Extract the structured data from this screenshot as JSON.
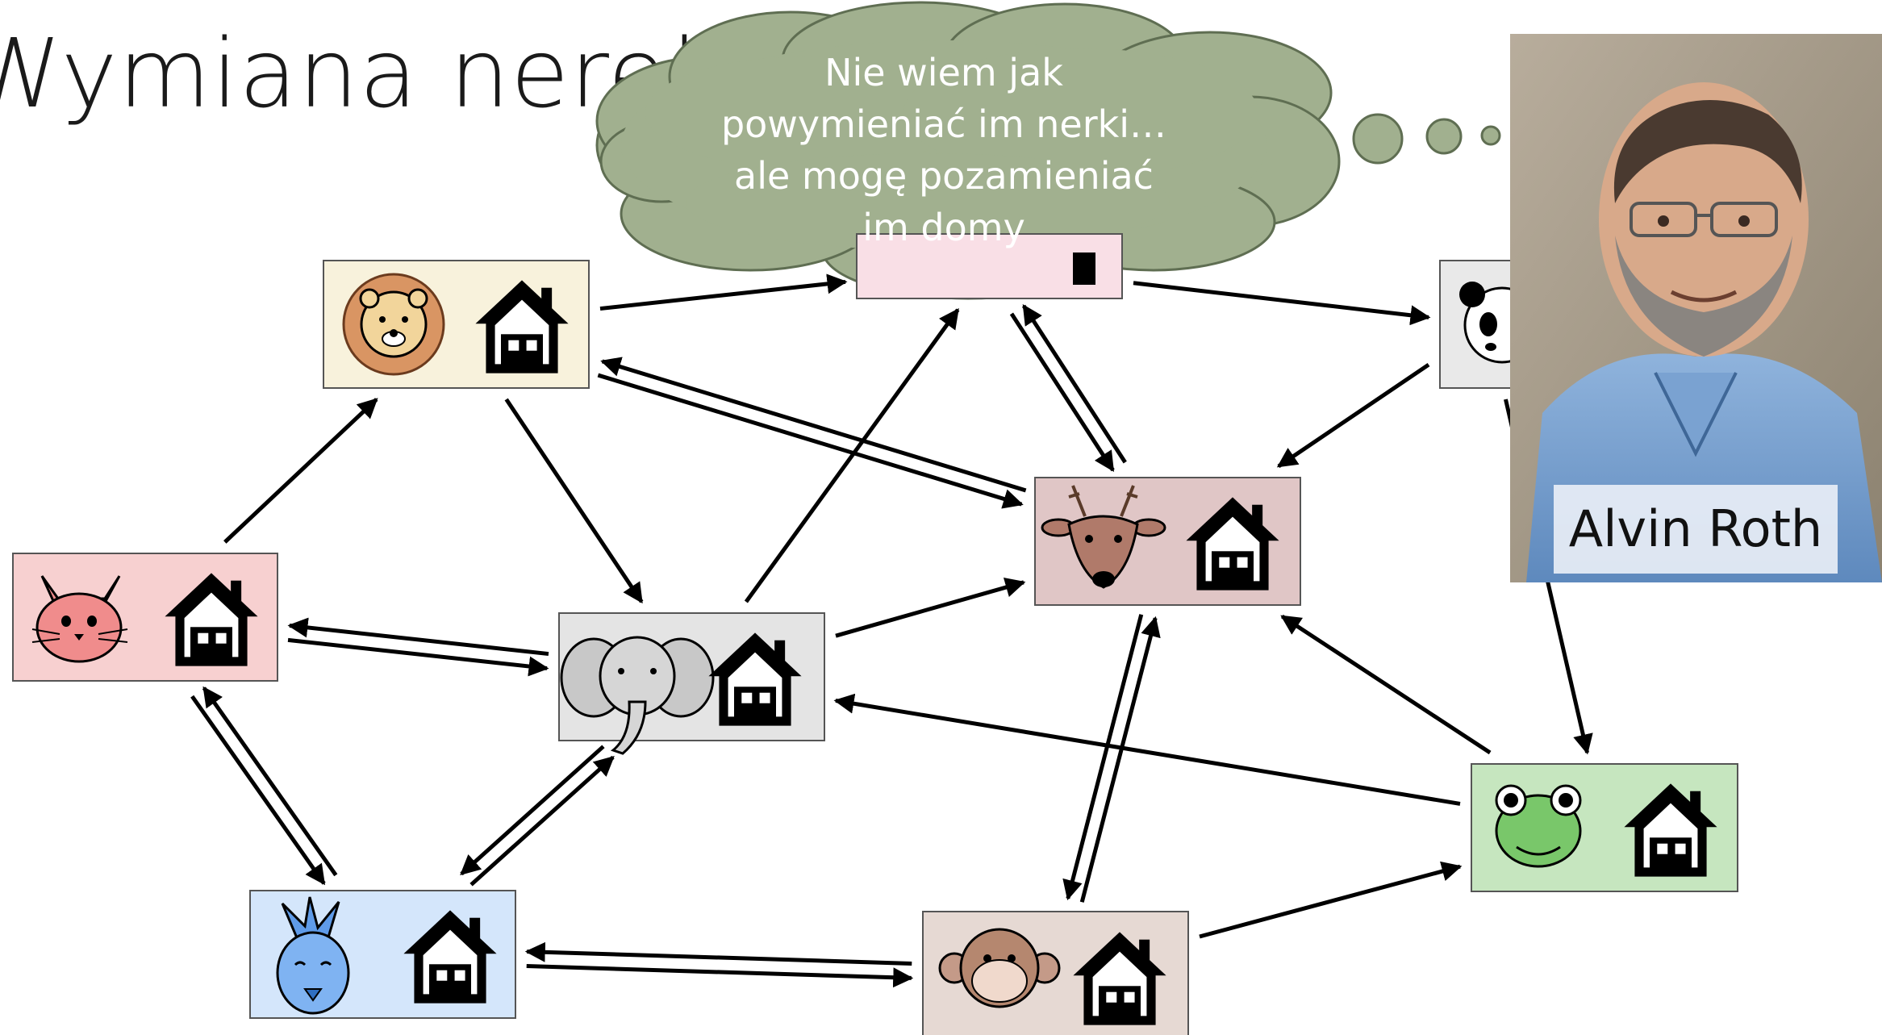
{
  "slide": {
    "title": "Wymiana nerek",
    "thought_bubble": {
      "lines": [
        "Nie wiem jak",
        "powymieniać im nerki…",
        "ale mogę pozamieniać",
        "im domy"
      ]
    },
    "photo": {
      "caption": "Alvin Roth"
    }
  },
  "nodes": [
    {
      "id": "lion",
      "animal": "lion-icon",
      "house": "house-icon",
      "color": "#f8f2dc"
    },
    {
      "id": "pig",
      "animal": "pig-icon",
      "house": "house-icon",
      "color": "#f9dfe6"
    },
    {
      "id": "panda",
      "animal": "panda-icon",
      "house": "house-icon",
      "color": "#e9e9e9"
    },
    {
      "id": "cat",
      "animal": "cat-icon",
      "house": "house-icon",
      "color": "#f7d0d0"
    },
    {
      "id": "elephant",
      "animal": "elephant-icon",
      "house": "house-icon",
      "color": "#e4e4e4"
    },
    {
      "id": "deer",
      "animal": "deer-icon",
      "house": "house-icon",
      "color": "#e0c6c6"
    },
    {
      "id": "bird",
      "animal": "bird-icon",
      "house": "house-icon",
      "color": "#d4e6fb"
    },
    {
      "id": "monkey",
      "animal": "monkey-icon",
      "house": "house-icon",
      "color": "#e6d9d3"
    },
    {
      "id": "frog",
      "animal": "frog-icon",
      "house": "house-icon",
      "color": "#c6e6bf"
    }
  ],
  "edges": [
    {
      "from": "cat",
      "to": "lion"
    },
    {
      "from": "lion",
      "to": "elephant"
    },
    {
      "from": "lion",
      "to": "deer"
    },
    {
      "from": "deer",
      "to": "lion"
    },
    {
      "from": "lion",
      "to": "pig"
    },
    {
      "from": "cat",
      "to": "elephant"
    },
    {
      "from": "elephant",
      "to": "cat"
    },
    {
      "from": "cat",
      "to": "bird"
    },
    {
      "from": "bird",
      "to": "cat"
    },
    {
      "from": "bird",
      "to": "elephant"
    },
    {
      "from": "elephant",
      "to": "bird"
    },
    {
      "from": "elephant",
      "to": "pig"
    },
    {
      "from": "elephant",
      "to": "deer"
    },
    {
      "from": "pig",
      "to": "deer"
    },
    {
      "from": "deer",
      "to": "pig"
    },
    {
      "from": "pig",
      "to": "panda"
    },
    {
      "from": "panda",
      "to": "deer"
    },
    {
      "from": "panda",
      "to": "frog"
    },
    {
      "from": "deer",
      "to": "monkey"
    },
    {
      "from": "monkey",
      "to": "deer"
    },
    {
      "from": "frog",
      "to": "deer"
    },
    {
      "from": "frog",
      "to": "elephant"
    },
    {
      "from": "bird",
      "to": "monkey"
    },
    {
      "from": "monkey",
      "to": "bird"
    },
    {
      "from": "monkey",
      "to": "frog"
    }
  ],
  "colors": {
    "thought_bubble": "#a1b08f",
    "arrow": "#000000",
    "house": "#000000"
  }
}
